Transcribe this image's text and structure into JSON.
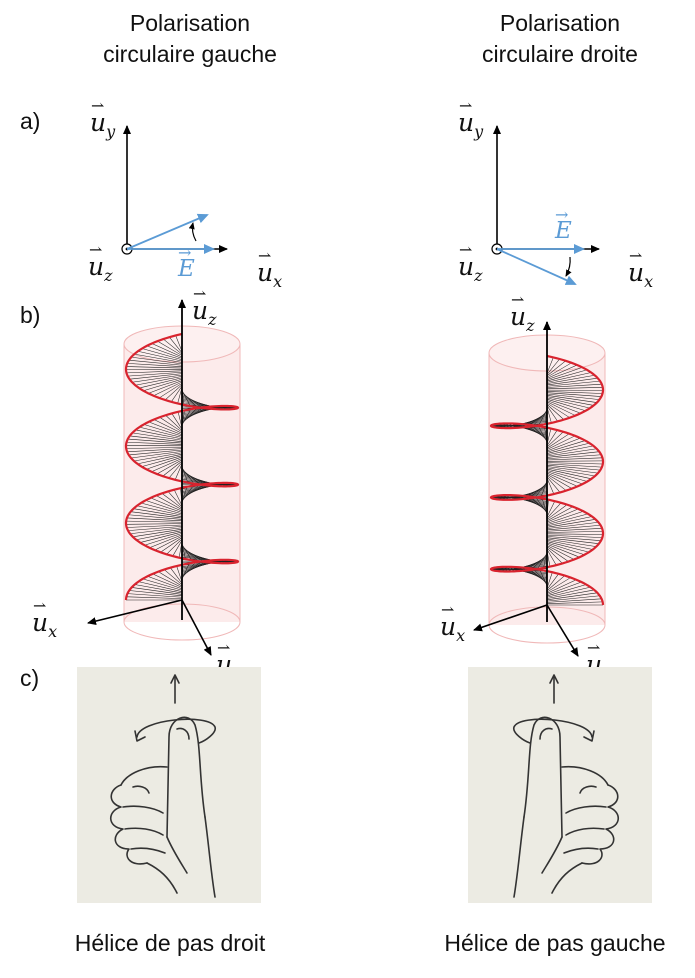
{
  "left": {
    "title_line1": "Polarisation",
    "title_line2": "circulaire gauche",
    "caption": "Hélice de pas droit"
  },
  "right": {
    "title_line1": "Polarisation",
    "title_line2": "circulaire droite",
    "caption": "Hélice de pas gauche"
  },
  "panel_labels": {
    "a": "a)",
    "b": "b)",
    "c": "c)"
  },
  "symbols": {
    "ux": "u",
    "ux_sub": "x",
    "uy": "u",
    "uy_sub": "y",
    "uz": "u",
    "uz_sub": "z",
    "E": "E"
  },
  "colors": {
    "field_vector": "#5b9bd5",
    "helix": "#d9232e",
    "cylinder": "#f4c9c9",
    "axis": "#000000",
    "hand_background": "#ecebe3"
  },
  "icons": {
    "left_hand": "right-hand-thumb-up-icon",
    "right_hand": "left-hand-thumb-up-icon"
  }
}
